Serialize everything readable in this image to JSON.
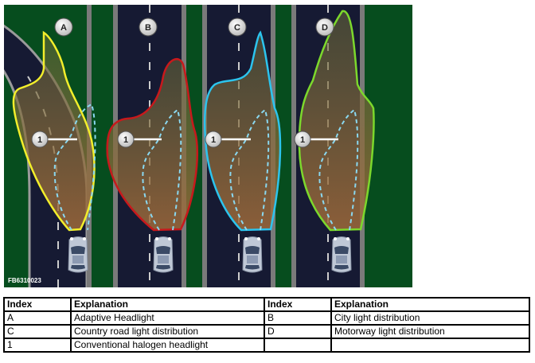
{
  "figure": {
    "code": "FB6310023",
    "labels": {
      "a": "A",
      "b": "B",
      "c": "C",
      "d": "D",
      "one": "1"
    },
    "colors": {
      "grass": "#064d1e",
      "road": "#161a33",
      "beam_a": "#f2ee2b",
      "beam_b": "#c7191c",
      "beam_c": "#2cc4ee",
      "beam_d": "#7cd82c",
      "halogen": "#8ad8f0"
    }
  },
  "legend": {
    "headers": [
      "Index",
      "Explanation",
      "Index",
      "Explanation"
    ],
    "rows": [
      [
        "A",
        "Adaptive Headlight",
        "B",
        "City light distribution"
      ],
      [
        "C",
        "Country road light distribution",
        "D",
        "Motorway light distribution"
      ],
      [
        "1",
        "Conventional halogen headlight",
        "",
        ""
      ]
    ]
  }
}
